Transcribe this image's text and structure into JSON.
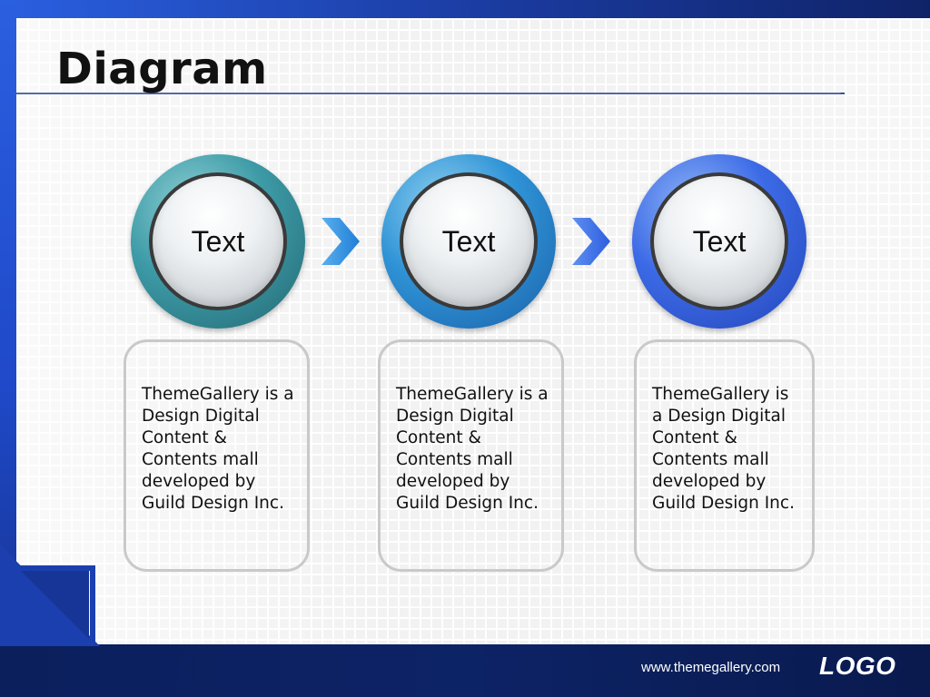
{
  "slide": {
    "title": "Diagram",
    "footer_url": "www.themegallery.com",
    "logo_text": "LOGO"
  },
  "steps": [
    {
      "label": "Text",
      "description": "ThemeGallery is a Design Digital Content & Contents mall developed by Guild Design Inc.",
      "color": "#3c9aa6"
    },
    {
      "label": "Text",
      "description": "ThemeGallery is a Design Digital Content & Contents mall developed by Guild Design Inc.",
      "color": "#2f93d6"
    },
    {
      "label": "Text",
      "description": "ThemeGallery is a Design Digital Content & Contents mall developed by Guild Design Inc.",
      "color": "#3c6ae6"
    }
  ],
  "colors": {
    "band_blue": "#1a3fb0",
    "footer_navy": "#0b1f5c",
    "chevron_blue": "#2f8ee0",
    "box_border": "#c9c9c9"
  },
  "icons": {
    "step_arrow": "chevron-right-icon",
    "corner": "corner-fold-icon"
  }
}
